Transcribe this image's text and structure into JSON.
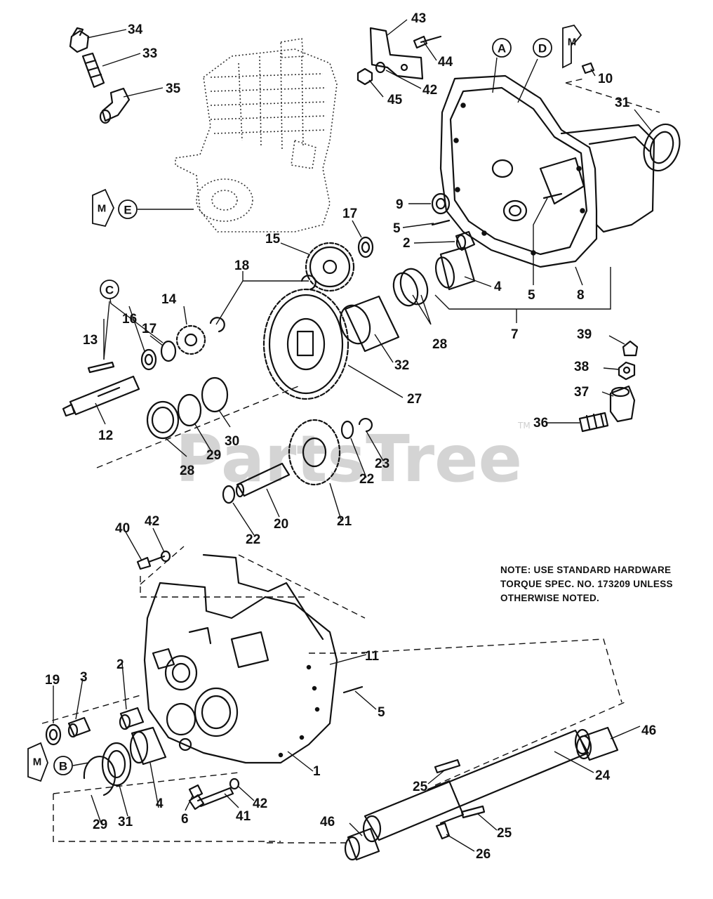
{
  "watermark": {
    "text": "PartsTree",
    "tm": "TM"
  },
  "note": {
    "lines": [
      "NOTE:  USE STANDARD HARDWARE",
      "TORQUE SPEC. NO. 173209 UNLESS",
      "OTHERWISE NOTED."
    ]
  },
  "callouts": [
    "34",
    "33",
    "35",
    "43",
    "44",
    "42",
    "45",
    "10",
    "31",
    "9",
    "5",
    "2",
    "4",
    "5",
    "8",
    "7",
    "17",
    "15",
    "18",
    "14",
    "17",
    "16",
    "13",
    "12",
    "32",
    "28",
    "27",
    "28",
    "29",
    "30",
    "39",
    "38",
    "37",
    "36",
    "21",
    "23",
    "22",
    "22",
    "20",
    "40",
    "42",
    "11",
    "5",
    "19",
    "3",
    "2",
    "4",
    "31",
    "29",
    "6",
    "41",
    "42",
    "1",
    "46",
    "24",
    "25",
    "25",
    "46",
    "26"
  ],
  "letters": [
    "A",
    "D",
    "E",
    "C",
    "B"
  ],
  "m_tabs": [
    "M",
    "M",
    "M"
  ]
}
